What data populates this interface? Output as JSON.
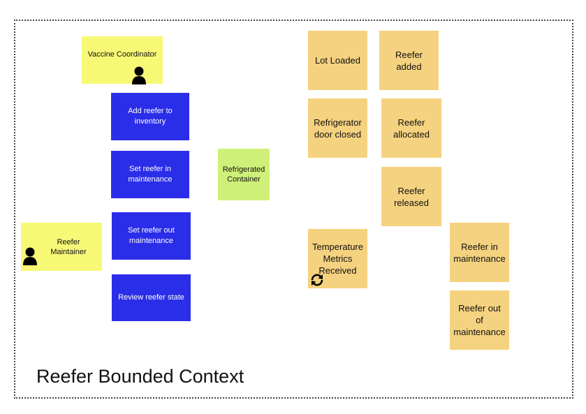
{
  "context": {
    "title": "Reefer Bounded Context"
  },
  "actors": {
    "vaccine_coordinator": "Vaccine Coordinator",
    "reefer_maintainer": "Reefer\nMaintainer"
  },
  "commands": {
    "add_reefer": "Add reefer to\ninventory",
    "set_in_maintenance": "Set reefer in\nmaintenance",
    "set_out_maintenance": "Set reefer out\nmaintenance",
    "review_state": "Review  reefer state"
  },
  "aggregates": {
    "refrigerated_container": "Refrigerated\nContainer"
  },
  "events": {
    "lot_loaded": "Lot Loaded",
    "reefer_added": "Reefer\nadded",
    "door_closed": "Refrigerator\ndoor closed",
    "reefer_allocated": "Reefer\nallocated",
    "reefer_released": "Reefer\nreleased",
    "temperature_metrics": "Temperature\nMetrics\nReceived",
    "reefer_in_maintenance": "Reefer in\nmaintenance",
    "reefer_out_of_maintenance": "Reefer out\nof\nmaintenance"
  },
  "colors": {
    "actor": "#f8f877",
    "command": "#2b2ee8",
    "aggregate": "#cff078",
    "event": "#f5d27f"
  },
  "icons": {
    "actor_icon": "person-icon",
    "policy_icon": "cycle-icon"
  }
}
